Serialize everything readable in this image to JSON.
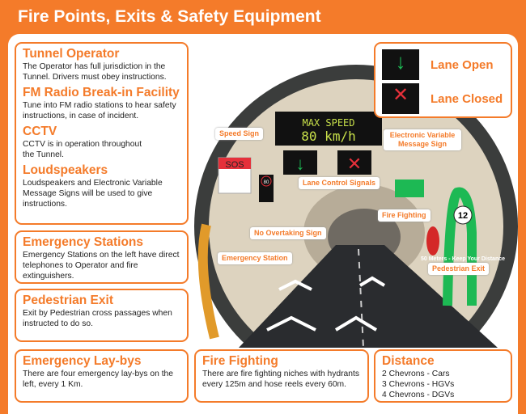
{
  "title": "Fire Points, Exits & Safety Equipment",
  "sections": {
    "tunnel_operator": {
      "heading": "Tunnel Operator",
      "text": "The Operator has full jurisdiction in the Tunnel. Drivers must obey instructions."
    },
    "fm_radio": {
      "heading": "FM Radio Break-in Facility",
      "text": "Tune into FM radio stations to hear safety instructions, in case of incident."
    },
    "cctv": {
      "heading": "CCTV",
      "text": "CCTV is in operation throughout the Tunnel."
    },
    "loudspeakers": {
      "heading": "Loudspeakers",
      "text": "Loudspeakers and Electronic Variable Message Signs will be used to give instructions."
    },
    "emergency_stations": {
      "heading": "Emergency Stations",
      "text": "Emergency Stations on the left have direct telephones to Operator and fire extinguishers."
    },
    "pedestrian_exit": {
      "heading": "Pedestrian Exit",
      "text": "Exit by Pedestrian cross passages when instructed to do so."
    },
    "laybys": {
      "heading": "Emergency Lay-bys",
      "text": "There are four emergency lay-bys on the left, every 1 Km."
    },
    "fire_fighting": {
      "heading": "Fire Fighting",
      "text": "There are fire fighting niches with hydrants every 125m and hose reels every 60m."
    },
    "distance": {
      "heading": "Distance",
      "lines": [
        "2 Chevrons - Cars",
        "3 Chevrons - HGVs",
        "4 Chevrons - DGVs"
      ]
    }
  },
  "legend": {
    "open": "Lane Open",
    "closed": "Lane Closed"
  },
  "scene": {
    "vms_line1": "MAX SPEED",
    "vms_line2": "80 km/h",
    "sos": "SOS",
    "speed_value": "80",
    "exit_number": "12",
    "road_text": "50 Meters - Keep Your Distance",
    "labels": {
      "speed_sign": "Speed Sign",
      "vms": "Electronic Variable Message Sign",
      "lane_control": "Lane Control Signals",
      "no_overtaking": "No Overtaking Sign",
      "fire_fighting": "Fire Fighting",
      "emergency_station": "Emergency Station",
      "pedestrian_exit": "Pedestrian Exit"
    }
  },
  "colors": {
    "accent": "#f47b2a",
    "green": "#1db954",
    "red": "#e5303a"
  }
}
